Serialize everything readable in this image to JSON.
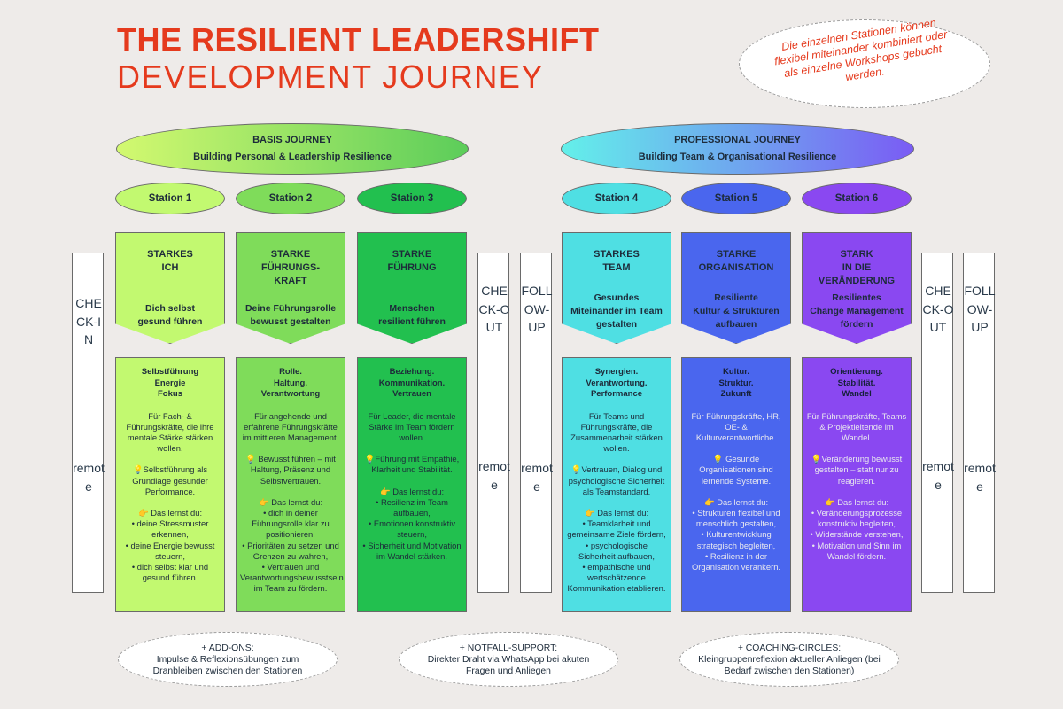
{
  "title": {
    "line1": "THE RESILIENT LEADERSHIFT",
    "line2": "DEVELOPMENT JOURNEY"
  },
  "note": "Die einzelnen Stationen können flexibel miteinander kombiniert oder als einzelne Workshops gebucht werden.",
  "colors": {
    "accent": "#e53a1d"
  },
  "journeys": [
    {
      "title": "BASIS JOURNEY",
      "subtitle": "Building Personal & Leadership Resilience"
    },
    {
      "title": "PROFESSIONAL JOURNEY",
      "subtitle": "Building Team & Organisational  Resilience"
    }
  ],
  "stations": [
    {
      "label": "Station 1",
      "color": "#c2f970",
      "heading": [
        "STARKES",
        "ICH"
      ],
      "subheading": [
        "Dich selbst",
        "gesund führen"
      ],
      "card_color": "#c2f970",
      "card_heading": [
        "Selbstführung",
        "Energie",
        "Fokus"
      ],
      "intro": "Für Fach- & Führungskräfte, die ihre mentale Stärke stärken wollen.",
      "highlight": "💡Selbstführung als Grundlage gesunder Performance.",
      "learn": "👉 Das lernst du:",
      "items": [
        "• deine Stressmuster erkennen,",
        "• deine Energie bewusst steuern,",
        "• dich selbst klar und gesund führen."
      ]
    },
    {
      "label": "Station 2",
      "color": "#7fdc5a",
      "heading": [
        "STARKE",
        "FÜHRUNGS-",
        "KRAFT"
      ],
      "subheading": [
        "Deine Führungsrolle",
        "bewusst gestalten"
      ],
      "card_color": "#7fdc5a",
      "card_heading": [
        "Rolle.",
        "Haltung.",
        "Verantwortung"
      ],
      "intro": "Für angehende und erfahrene Führungskräfte im mittleren Management.",
      "highlight": "💡 Bewusst führen – mit Haltung, Präsenz und Selbstvertrauen.",
      "learn": "👉 Das lernst du:",
      "items": [
        "• dich in deiner Führungsrolle klar zu positionieren,",
        "• Prioritäten zu setzen und Grenzen zu wahren,",
        "• Vertrauen und Verantwortungsbewusstsein im Team zu fördern."
      ]
    },
    {
      "label": "Station 3",
      "color": "#22c04f",
      "heading": [
        "STARKE",
        "FÜHRUNG"
      ],
      "subheading": [
        "Menschen",
        "resilient führen"
      ],
      "card_color": "#22c04f",
      "card_heading": [
        "Beziehung.",
        "Kommunikation.",
        "Vertrauen"
      ],
      "intro": "Für Leader, die mentale Stärke im Team fördern wollen.",
      "highlight": "💡Führung mit Empathie, Klarheit und Stabilität.",
      "learn": "👉 Das lernst du:",
      "items": [
        "• Resilienz im Team aufbauen,",
        "• Emotionen konstruktiv steuern,",
        "• Sicherheit und Motivation im Wandel stärken."
      ]
    },
    {
      "label": "Station 4",
      "color": "#4fdfe3",
      "heading": [
        "STARKES",
        "TEAM"
      ],
      "subheading": [
        "Gesundes",
        "Miteinander im Team",
        "gestalten"
      ],
      "card_color": "#4fdfe3",
      "card_heading": [
        "Synergien.",
        "Verantwortung.",
        "Performance"
      ],
      "intro": "Für Teams und Führungskräfte, die Zusammenarbeit stärken wollen.",
      "highlight": "💡Vertrauen, Dialog und psychologische Sicherheit als Teamstandard.",
      "learn": "👉 Das lernst du:",
      "items": [
        "• Teamklarheit und gemeinsame Ziele fördern,",
        "• psychologische Sicherheit aufbauen,",
        "• empathische und wertschätzende Kommunikation etablieren."
      ]
    },
    {
      "label": "Station 5",
      "color": "#4a66ee",
      "heading": [
        "STARKE",
        "ORGANISATION"
      ],
      "subheading": [
        "Resiliente",
        "Kultur & Strukturen",
        "aufbauen"
      ],
      "card_color": "#4a66ee",
      "card_heading": [
        "Kultur.",
        "Struktur.",
        "Zukunft"
      ],
      "intro": "Für Führungskräfte, HR, OE- & Kulturverantwortliche.",
      "highlight": "💡 Gesunde Organisationen sind lernende Systeme.",
      "learn": "👉 Das lernst du:",
      "items": [
        "• Strukturen flexibel und menschlich gestalten,",
        "• Kulturentwicklung strategisch begleiten,",
        "• Resilienz in der Organisation verankern."
      ]
    },
    {
      "label": "Station 6",
      "color": "#8a48f1",
      "heading": [
        "STARK",
        "IN DIE",
        "VERÄNDERUNG"
      ],
      "subheading": [
        "Resilientes",
        "Change Management",
        "fördern"
      ],
      "card_color": "#8a48f1",
      "card_heading": [
        "Orientierung.",
        "Stabilität.",
        "Wandel"
      ],
      "intro": "Für Führungskräfte, Teams & Projektleitende im Wandel.",
      "highlight": "💡Veränderung bewusst gestalten – statt nur zu reagieren.",
      "learn": "👉 Das lernst du:",
      "items": [
        "• Veränderungsprozesse konstruktiv begleiten,",
        "• Widerstände verstehen,",
        "• Motivation und Sinn im Wandel fördern."
      ]
    }
  ],
  "side_boxes": {
    "check_in": {
      "top": "CHECK-IN",
      "bottom": "remote"
    },
    "check_out": {
      "top": "CHECK-OUT",
      "bottom": "remote"
    },
    "follow_up": {
      "top": "FOLLOW-UP",
      "bottom": "remote"
    }
  },
  "addons": [
    {
      "title": "+ ADD-ONS:",
      "text": "Impulse & Reflexionsübungen zum Dranbleiben zwischen den Stationen"
    },
    {
      "title": "+ NOTFALL-SUPPORT:",
      "text": "Direkter Draht via WhatsApp bei akuten Fragen und Anliegen"
    },
    {
      "title": "+ COACHING-CIRCLES:",
      "text": "Kleingruppenreflexion aktueller Anliegen (bei Bedarf zwischen den Stationen)"
    }
  ]
}
